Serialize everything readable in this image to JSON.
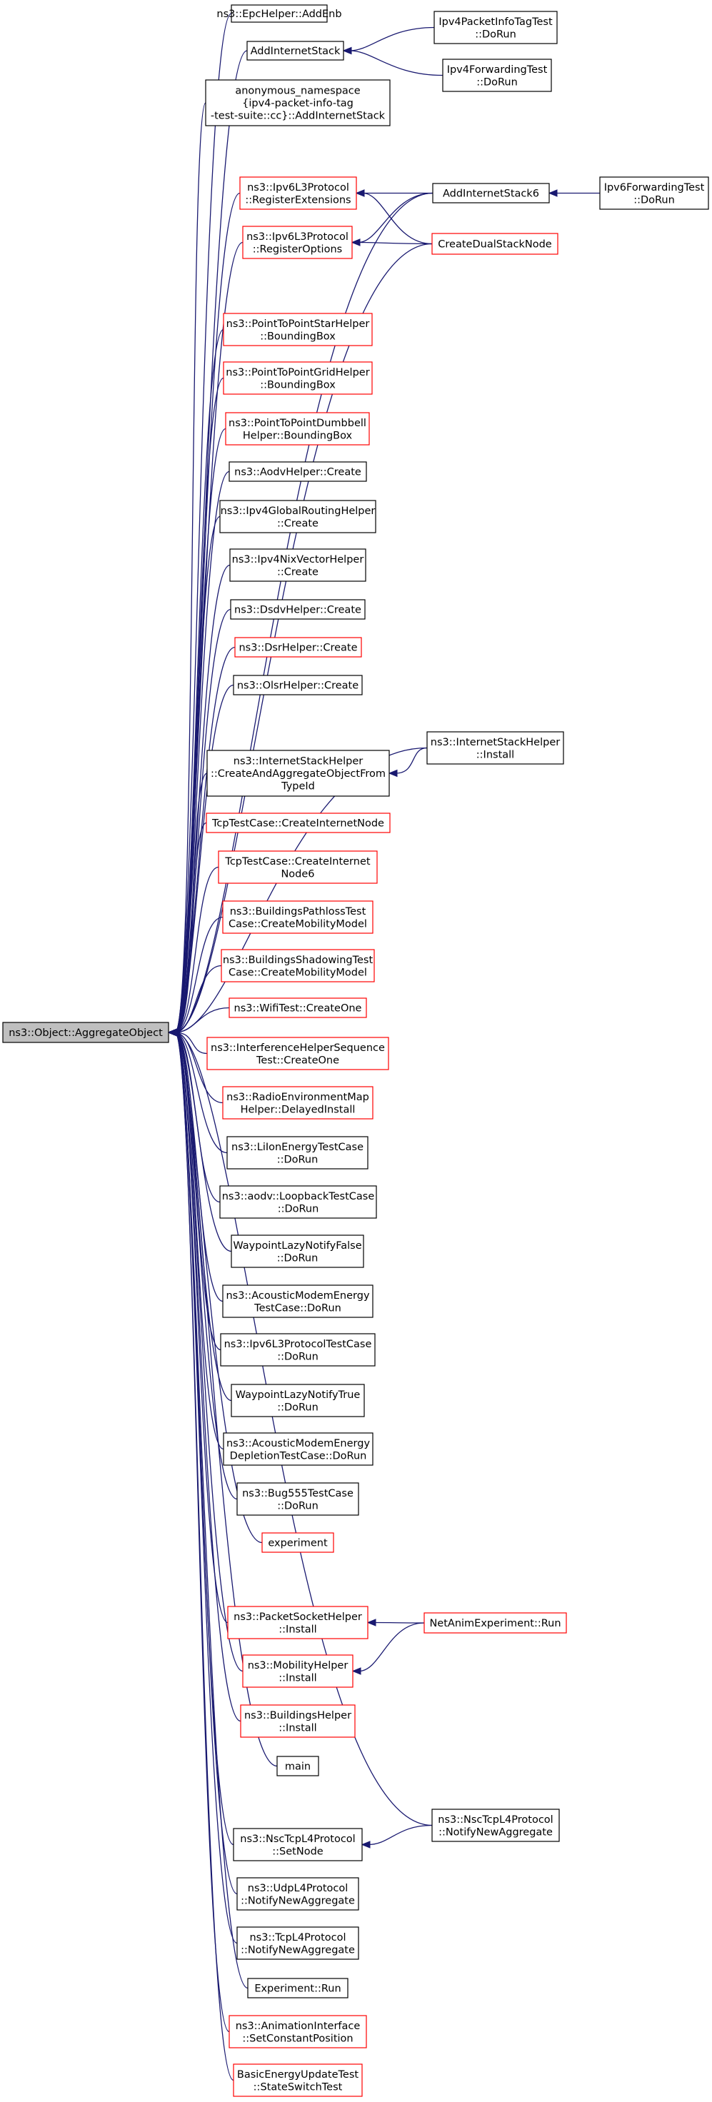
{
  "colors": {
    "edge": "#191970",
    "border_black": "#000000",
    "border_red": "#ff0000",
    "root_fill": "#bfbfbf",
    "node_fill": "#ffffff"
  },
  "nodes": {
    "aggregate_object": [
      "ns3::Object::AggregateObject"
    ],
    "epchelper_addenb": [
      "ns3::EpcHelper::AddEnb"
    ],
    "addinternetstack": [
      "AddInternetStack"
    ],
    "anon_addinternetstack": [
      "anonymous_namespace",
      "{ipv4-packet-info-tag",
      "-test-suite::cc}::AddInternetStack"
    ],
    "ipv4packetinfotagtest_dorun": [
      "Ipv4PacketInfoTagTest",
      "::DoRun"
    ],
    "ipv4forwardingtest_dorun": [
      "Ipv4ForwardingTest",
      "::DoRun"
    ],
    "ipv6l3_registerextensions": [
      "ns3::Ipv6L3Protocol",
      "::RegisterExtensions"
    ],
    "ipv6l3_registeroptions": [
      "ns3::Ipv6L3Protocol",
      "::RegisterOptions"
    ],
    "addinternetstack6": [
      "AddInternetStack6"
    ],
    "createdualstacknode": [
      "CreateDualStackNode"
    ],
    "ipv6forwardingtest_dorun": [
      "Ipv6ForwardingTest",
      "::DoRun"
    ],
    "ptp_star_boundingbox": [
      "ns3::PointToPointStarHelper",
      "::BoundingBox"
    ],
    "ptp_grid_boundingbox": [
      "ns3::PointToPointGridHelper",
      "::BoundingBox"
    ],
    "ptp_dumbbell_boundingbox": [
      "ns3::PointToPointDumbbell",
      "Helper::BoundingBox"
    ],
    "aodvhelper_create": [
      "ns3::AodvHelper::Create"
    ],
    "ipv4globalrouting_create": [
      "ns3::Ipv4GlobalRoutingHelper",
      "::Create"
    ],
    "ipv4nixvector_create": [
      "ns3::Ipv4NixVectorHelper",
      "::Create"
    ],
    "dsdvhelper_create": [
      "ns3::DsdvHelper::Create"
    ],
    "dsrhelper_create": [
      "ns3::DsrHelper::Create"
    ],
    "olsrhelper_create": [
      "ns3::OlsrHelper::Create"
    ],
    "internetstack_createaggregate": [
      "ns3::InternetStackHelper",
      "::CreateAndAggregateObjectFrom",
      "TypeId"
    ],
    "internetstackhelper_install": [
      "ns3::InternetStackHelper",
      "::Install"
    ],
    "tcptestcase_createinternetnode": [
      "TcpTestCase::CreateInternetNode"
    ],
    "tcptestcase_createinternetnode6": [
      "TcpTestCase::CreateInternet",
      "Node6"
    ],
    "buildingspathloss_createmobility": [
      "ns3::BuildingsPathlossTest",
      "Case::CreateMobilityModel"
    ],
    "buildingsshadowing_createmobility": [
      "ns3::BuildingsShadowingTest",
      "Case::CreateMobilityModel"
    ],
    "wifitest_createone": [
      "ns3::WifiTest::CreateOne"
    ],
    "interferencehelper_createone": [
      "ns3::InterferenceHelperSequence",
      "Test::CreateOne"
    ],
    "radioenvmap_delayedinstall": [
      "ns3::RadioEnvironmentMap",
      "Helper::DelayedInstall"
    ],
    "liionenergy_dorun": [
      "ns3::LiIonEnergyTestCase",
      "::DoRun"
    ],
    "aodv_loopback_dorun": [
      "ns3::aodv::LoopbackTestCase",
      "::DoRun"
    ],
    "waypointlazyfalse_dorun": [
      "WaypointLazyNotifyFalse",
      "::DoRun"
    ],
    "acousticmodemenergy_dorun": [
      "ns3::AcousticModemEnergy",
      "TestCase::DoRun"
    ],
    "ipv6l3protocoltestcase_dorun": [
      "ns3::Ipv6L3ProtocolTestCase",
      "::DoRun"
    ],
    "waypointlazytrue_dorun": [
      "WaypointLazyNotifyTrue",
      "::DoRun"
    ],
    "acousticmodemdepletion_dorun": [
      "ns3::AcousticModemEnergy",
      "DepletionTestCase::DoRun"
    ],
    "bug555_dorun": [
      "ns3::Bug555TestCase",
      "::DoRun"
    ],
    "experiment": [
      "experiment"
    ],
    "packetsockethelper_install": [
      "ns3::PacketSocketHelper",
      "::Install"
    ],
    "netanimexperiment_run": [
      "NetAnimExperiment::Run"
    ],
    "mobilityhelper_install": [
      "ns3::MobilityHelper",
      "::Install"
    ],
    "buildingshelper_install": [
      "ns3::BuildingsHelper",
      "::Install"
    ],
    "main": [
      "main"
    ],
    "nsctcpl4_setnode": [
      "ns3::NscTcpL4Protocol",
      "::SetNode"
    ],
    "nsctcpl4_notifynewaggregate": [
      "ns3::NscTcpL4Protocol",
      "::NotifyNewAggregate"
    ],
    "udpl4_notifynewaggregate": [
      "ns3::UdpL4Protocol",
      "::NotifyNewAggregate"
    ],
    "tcpl4_notifynewaggregate": [
      "ns3::TcpL4Protocol",
      "::NotifyNewAggregate"
    ],
    "experiment_run": [
      "Experiment::Run"
    ],
    "animationinterface_setconstantposition": [
      "ns3::AnimationInterface",
      "::SetConstantPosition"
    ],
    "basicenergyupdate_stateswitchtest": [
      "BasicEnergyUpdateTest",
      "::StateSwitchTest"
    ]
  },
  "node_borders": {
    "aggregate_object": "black",
    "epchelper_addenb": "black",
    "addinternetstack": "black",
    "anon_addinternetstack": "black",
    "ipv4packetinfotagtest_dorun": "black",
    "ipv4forwardingtest_dorun": "black",
    "ipv6l3_registerextensions": "red",
    "ipv6l3_registeroptions": "red",
    "addinternetstack6": "black",
    "createdualstacknode": "red",
    "ipv6forwardingtest_dorun": "black",
    "ptp_star_boundingbox": "red",
    "ptp_grid_boundingbox": "red",
    "ptp_dumbbell_boundingbox": "red",
    "aodvhelper_create": "black",
    "ipv4globalrouting_create": "black",
    "ipv4nixvector_create": "black",
    "dsdvhelper_create": "black",
    "dsrhelper_create": "red",
    "olsrhelper_create": "black",
    "internetstack_createaggregate": "black",
    "internetstackhelper_install": "black",
    "tcptestcase_createinternetnode": "red",
    "tcptestcase_createinternetnode6": "red",
    "buildingspathloss_createmobility": "red",
    "buildingsshadowing_createmobility": "red",
    "wifitest_createone": "red",
    "interferencehelper_createone": "red",
    "radioenvmap_delayedinstall": "red",
    "liionenergy_dorun": "black",
    "aodv_loopback_dorun": "black",
    "waypointlazyfalse_dorun": "black",
    "acousticmodemenergy_dorun": "black",
    "ipv6l3protocoltestcase_dorun": "black",
    "waypointlazytrue_dorun": "black",
    "acousticmodemdepletion_dorun": "black",
    "bug555_dorun": "black",
    "experiment": "red",
    "packetsockethelper_install": "red",
    "netanimexperiment_run": "red",
    "mobilityhelper_install": "red",
    "buildingshelper_install": "red",
    "main": "black",
    "nsctcpl4_setnode": "black",
    "nsctcpl4_notifynewaggregate": "black",
    "udpl4_notifynewaggregate": "black",
    "tcpl4_notifynewaggregate": "black",
    "experiment_run": "black",
    "animationinterface_setconstantposition": "red",
    "basicenergyupdate_stateswitchtest": "red"
  },
  "edges": [
    [
      "epchelper_addenb",
      "aggregate_object"
    ],
    [
      "addinternetstack",
      "aggregate_object"
    ],
    [
      "anon_addinternetstack",
      "aggregate_object"
    ],
    [
      "ipv6l3_registerextensions",
      "aggregate_object"
    ],
    [
      "ipv6l3_registeroptions",
      "aggregate_object"
    ],
    [
      "addinternetstack6",
      "aggregate_object"
    ],
    [
      "createdualstacknode",
      "aggregate_object"
    ],
    [
      "ptp_star_boundingbox",
      "aggregate_object"
    ],
    [
      "ptp_grid_boundingbox",
      "aggregate_object"
    ],
    [
      "ptp_dumbbell_boundingbox",
      "aggregate_object"
    ],
    [
      "aodvhelper_create",
      "aggregate_object"
    ],
    [
      "ipv4globalrouting_create",
      "aggregate_object"
    ],
    [
      "ipv4nixvector_create",
      "aggregate_object"
    ],
    [
      "dsdvhelper_create",
      "aggregate_object"
    ],
    [
      "dsrhelper_create",
      "aggregate_object"
    ],
    [
      "olsrhelper_create",
      "aggregate_object"
    ],
    [
      "internetstackhelper_install",
      "aggregate_object"
    ],
    [
      "internetstack_createaggregate",
      "aggregate_object"
    ],
    [
      "tcptestcase_createinternetnode",
      "aggregate_object"
    ],
    [
      "tcptestcase_createinternetnode6",
      "aggregate_object"
    ],
    [
      "buildingspathloss_createmobility",
      "aggregate_object"
    ],
    [
      "buildingsshadowing_createmobility",
      "aggregate_object"
    ],
    [
      "wifitest_createone",
      "aggregate_object"
    ],
    [
      "interferencehelper_createone",
      "aggregate_object"
    ],
    [
      "radioenvmap_delayedinstall",
      "aggregate_object"
    ],
    [
      "liionenergy_dorun",
      "aggregate_object"
    ],
    [
      "aodv_loopback_dorun",
      "aggregate_object"
    ],
    [
      "waypointlazyfalse_dorun",
      "aggregate_object"
    ],
    [
      "acousticmodemenergy_dorun",
      "aggregate_object"
    ],
    [
      "ipv6l3protocoltestcase_dorun",
      "aggregate_object"
    ],
    [
      "waypointlazytrue_dorun",
      "aggregate_object"
    ],
    [
      "acousticmodemdepletion_dorun",
      "aggregate_object"
    ],
    [
      "bug555_dorun",
      "aggregate_object"
    ],
    [
      "experiment",
      "aggregate_object"
    ],
    [
      "packetsockethelper_install",
      "aggregate_object"
    ],
    [
      "mobilityhelper_install",
      "aggregate_object"
    ],
    [
      "buildingshelper_install",
      "aggregate_object"
    ],
    [
      "main",
      "aggregate_object"
    ],
    [
      "nsctcpl4_notifynewaggregate",
      "aggregate_object"
    ],
    [
      "nsctcpl4_setnode",
      "aggregate_object"
    ],
    [
      "udpl4_notifynewaggregate",
      "aggregate_object"
    ],
    [
      "tcpl4_notifynewaggregate",
      "aggregate_object"
    ],
    [
      "experiment_run",
      "aggregate_object"
    ],
    [
      "animationinterface_setconstantposition",
      "aggregate_object"
    ],
    [
      "basicenergyupdate_stateswitchtest",
      "aggregate_object"
    ],
    [
      "ipv4packetinfotagtest_dorun",
      "addinternetstack"
    ],
    [
      "ipv4forwardingtest_dorun",
      "addinternetstack"
    ],
    [
      "addinternetstack6",
      "ipv6l3_registerextensions"
    ],
    [
      "createdualstacknode",
      "ipv6l3_registerextensions"
    ],
    [
      "addinternetstack6",
      "ipv6l3_registeroptions"
    ],
    [
      "createdualstacknode",
      "ipv6l3_registeroptions"
    ],
    [
      "ipv6forwardingtest_dorun",
      "addinternetstack6"
    ],
    [
      "internetstackhelper_install",
      "internetstack_createaggregate"
    ],
    [
      "netanimexperiment_run",
      "packetsockethelper_install"
    ],
    [
      "netanimexperiment_run",
      "mobilityhelper_install"
    ],
    [
      "nsctcpl4_notifynewaggregate",
      "nsctcpl4_setnode"
    ]
  ]
}
